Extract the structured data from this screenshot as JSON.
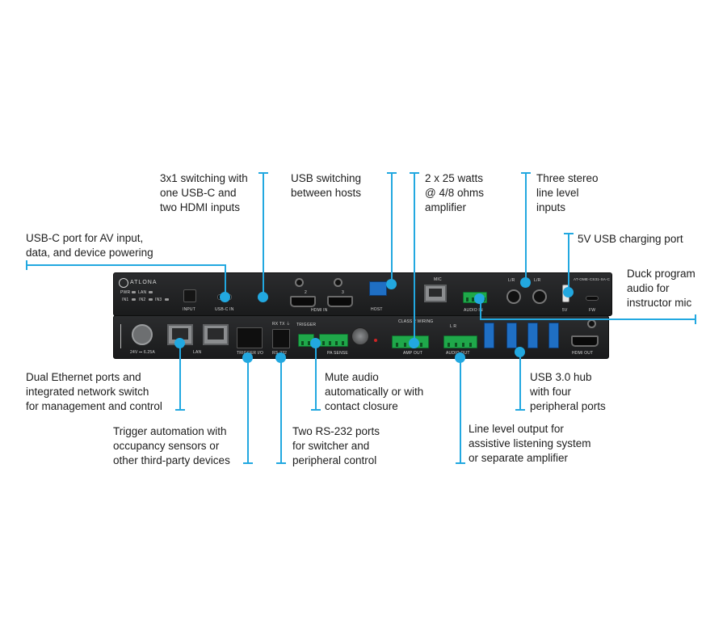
{
  "callouts": {
    "switching": "3x1 switching with\none USB-C and\ntwo HDMI inputs",
    "usb_switch": "USB switching\nbetween hosts",
    "amplifier": "2 x 25 watts\n@ 4/8 ohms\namplifier",
    "line_inputs": "Three stereo\nline level\ninputs",
    "usbc_port": "USB-C port for AV input,\ndata, and device powering",
    "charging": "5V USB charging port",
    "duck": "Duck program\naudio for\ninstructor mic",
    "ethernet": "Dual Ethernet ports and\nintegrated network switch\nfor management and control",
    "mute": "Mute audio\nautomatically or with\ncontact closure",
    "usb_hub": "USB 3.0 hub\nwith four\nperipheral ports",
    "trigger": "Trigger automation with\noccupancy sensors or\nother third-party devices",
    "rs232": "Two RS-232 ports\nfor switcher and\nperipheral control",
    "line_out": "Line level output for\nassistive listening system\nor separate amplifier"
  },
  "front_panel": {
    "brand": "ATLONA",
    "model": "AT-OME-CS31-SA-C",
    "leds": [
      "PWR",
      "LAN",
      "IN1",
      "IN2",
      "IN3"
    ],
    "input_label": "INPUT",
    "usbc_label": "USB-C IN",
    "hdmi_in_label": "HDMI IN",
    "hdmi_nums": [
      "2",
      "3"
    ],
    "host_label": "HOST",
    "mic_label": "MIC",
    "audio_in_label": "AUDIO IN",
    "lr1": "L/R",
    "lr2": "L/R",
    "usb5v_label": "5V",
    "fw_label": "FW"
  },
  "rear_panel": {
    "power_label": "24V ⎓ 6.25A",
    "lan_label": "LAN",
    "trigger_io_label": "TRIGGER I/O",
    "rs232_label": "RS-232",
    "rx_tx_label": "RX TX ⏚",
    "trigger_label": "TRIGGER",
    "pa_sense_label": "PA SENSE",
    "class2_label": "CLASS 2 WIRING",
    "amp_out_label": "AMP OUT",
    "audio_out_label": "AUDIO OUT",
    "lr_label": "L   R",
    "hdmi_out_label": "HDMI OUT"
  },
  "colors": {
    "accent": "#22a8e0",
    "panel": "#222324",
    "usb_blue": "#1f6fc4",
    "terminal_green": "#1fa84a"
  }
}
